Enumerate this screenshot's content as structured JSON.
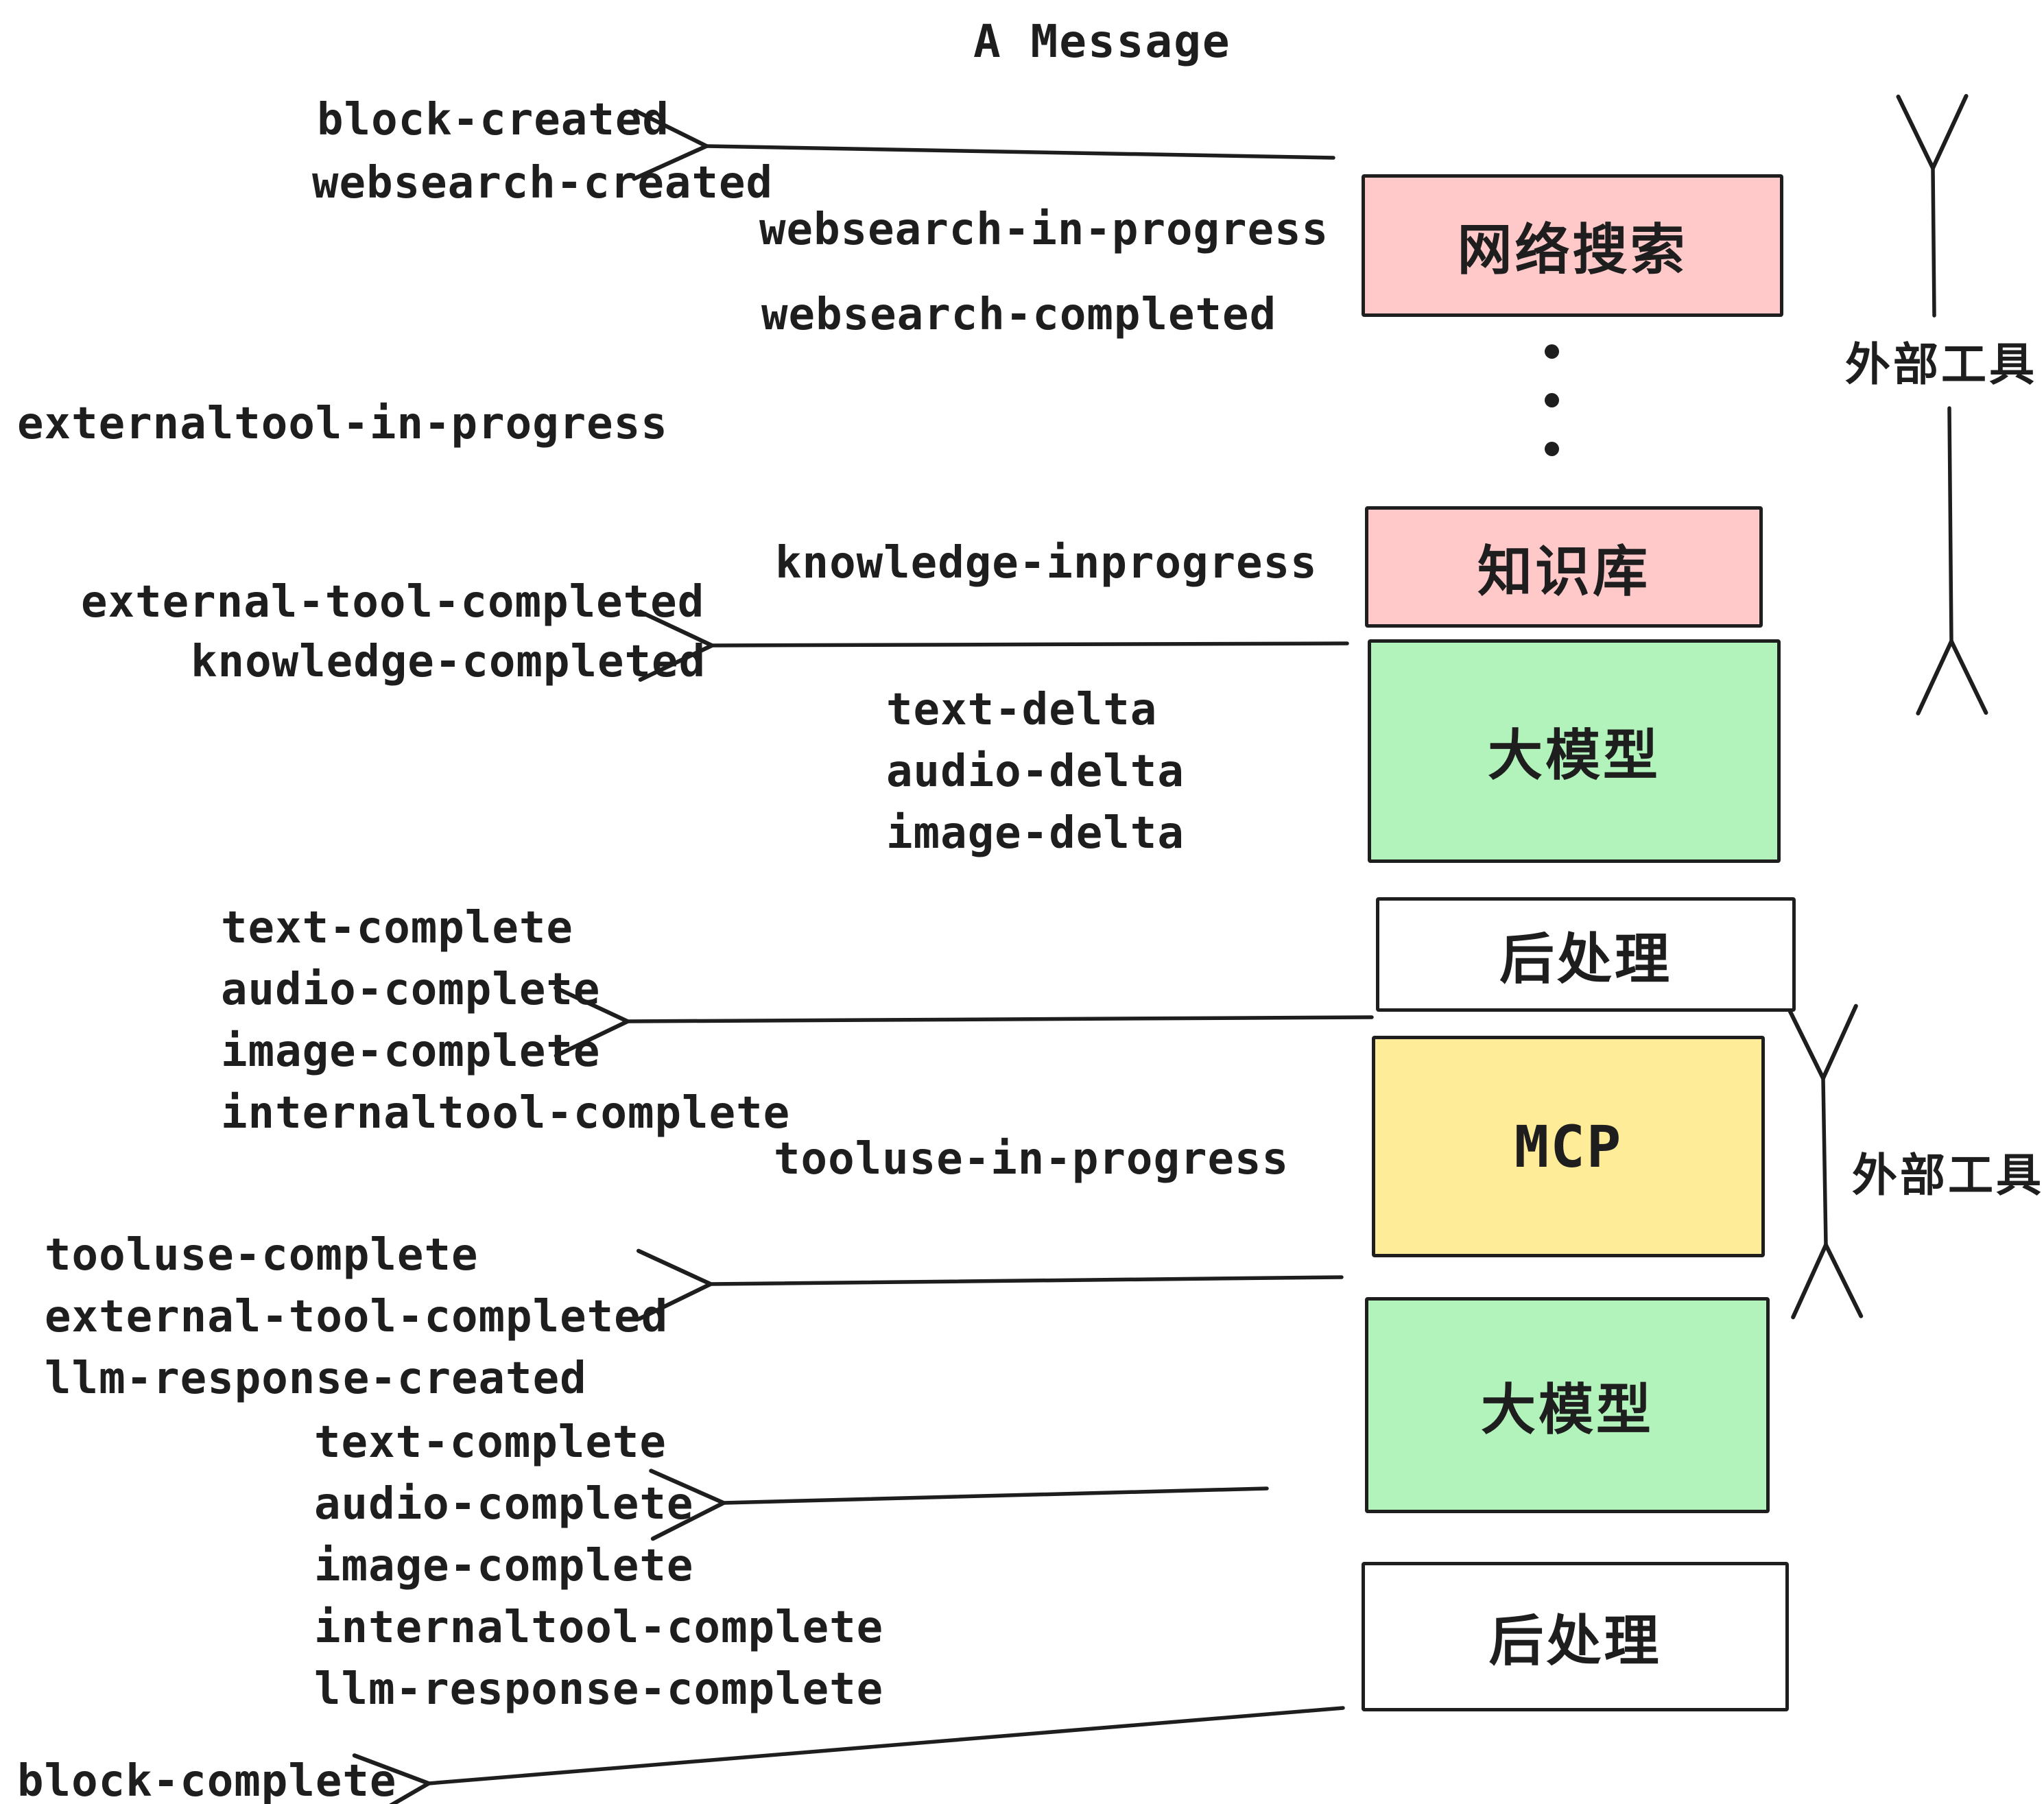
{
  "title": "A Message",
  "colors": {
    "pink": "#ffc9c9",
    "green": "#b2f2bb",
    "yellow": "#ffec99",
    "white": "#ffffff",
    "ink": "#1e1e1e"
  },
  "events": [
    "block-created",
    "websearch-created",
    "websearch-in-progress",
    "websearch-completed",
    "externaltool-in-progress",
    "knowledge-inprogress",
    "external-tool-completed",
    "knowledge-completed",
    "text-delta",
    "audio-delta",
    "image-delta",
    "text-complete",
    "audio-complete",
    "image-complete",
    "internaltool-complete",
    "tooluse-in-progress",
    "tooluse-complete",
    "external-tool-completed",
    "llm-response-created",
    "text-complete",
    "audio-complete",
    "image-complete",
    "internaltool-complete",
    "llm-response-complete",
    "block-complete"
  ],
  "boxes": [
    {
      "label": "网络搜索",
      "fill": "#ffc9c9"
    },
    {
      "label": "知识库",
      "fill": "#ffc9c9"
    },
    {
      "label": "大模型",
      "fill": "#b2f2bb"
    },
    {
      "label": "后处理",
      "fill": "#ffffff"
    },
    {
      "label": "MCP",
      "fill": "#ffec99"
    },
    {
      "label": "大模型",
      "fill": "#b2f2bb"
    },
    {
      "label": "后处理",
      "fill": "#ffffff"
    }
  ],
  "side_labels": [
    {
      "text": "外部工具"
    },
    {
      "text": "外部工具"
    }
  ]
}
